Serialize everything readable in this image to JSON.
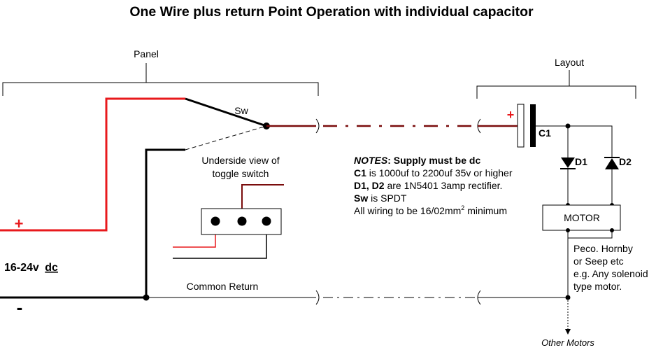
{
  "title": "One Wire plus return Point Operation with individual capacitor",
  "labels": {
    "panel": "Panel",
    "layout": "Layout",
    "switch": "Sw",
    "underside_line1": "Underside view of",
    "underside_line2": "toggle switch",
    "common_return": "Common Return",
    "other_motors": "Other Motors",
    "plus_sign": "+",
    "minus_sign": "-",
    "cap_plus": "+",
    "supply_voltage": "16-24v",
    "supply_type": "dc",
    "c1": "C1",
    "d1": "D1",
    "d2": "D2",
    "motor": "MOTOR"
  },
  "notes": {
    "heading": "NOTES",
    "heading_rest": ": Supply must be dc",
    "c1_key": "C1",
    "c1_text": " is 1000uf to 2200uf  35v or higher",
    "d_key": "D1, D2",
    "d_text": " are 1N5401  3amp rectifier.",
    "sw_key": "Sw",
    "sw_text": " is SPDT",
    "wiring_text": "All wiring to be 16/02mm",
    "wiring_sup": "2",
    "wiring_tail": " minimum"
  },
  "motor_examples": [
    "Peco. Hornby",
    "or Seep etc",
    "e.g. Any solenoid",
    "type motor."
  ],
  "colors": {
    "positive_wire": "#e8191c",
    "switched_wire": "#7a0c0c",
    "return_wire": "#000000"
  }
}
